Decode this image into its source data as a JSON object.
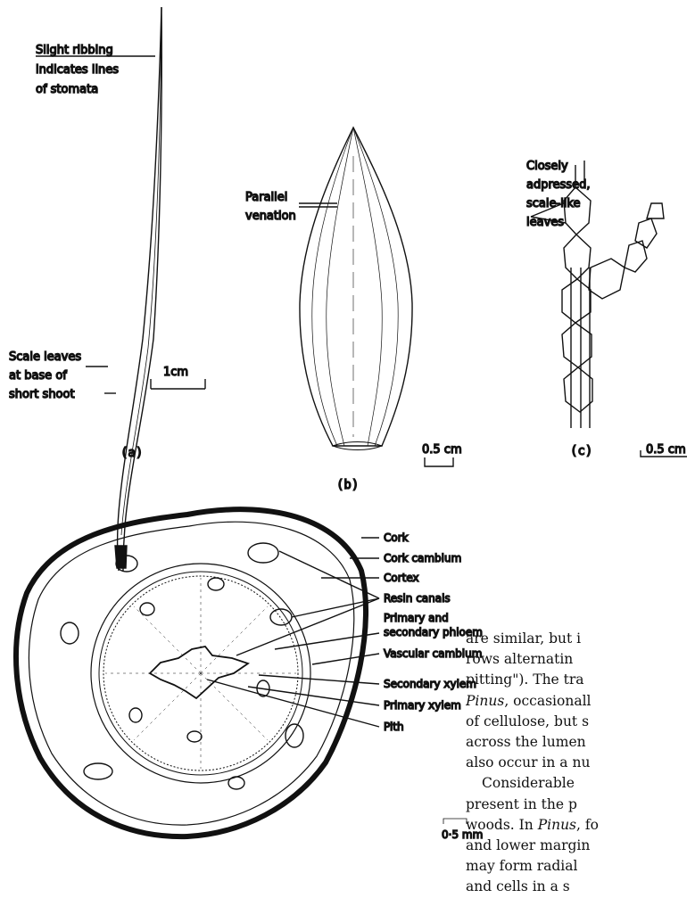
{
  "figure_a": {
    "label_ribbing": [
      "Slight ribbing",
      "indicates lines",
      "of stomata"
    ],
    "label_scale": [
      "Scale leaves",
      "at base of",
      "short shoot"
    ],
    "scale": "1cm",
    "caption": "(a)"
  },
  "figure_b": {
    "label_venation": [
      "Parallel",
      "venation"
    ],
    "scale": "0.5 cm",
    "caption": "(b)"
  },
  "figure_c": {
    "label_leaves": [
      "Closely",
      "adpressed,",
      "scale-like",
      "leaves"
    ],
    "scale": "0.5 cm",
    "caption": "(c)"
  },
  "stem_section": {
    "labels": [
      "Cork",
      "Cork cambium",
      "Cortex",
      "Resin canals",
      "Primary and",
      "secondary phloem",
      "Vascular cambium",
      "Secondary xylem",
      "Primary xylem",
      "Pith"
    ],
    "scale": "0·5 mm"
  },
  "body_text": {
    "line1": "are similar, but i",
    "line2": "rows alternatin",
    "line3": "pitting\"). The tra",
    "line4_italic": "Pinus",
    "line4_rest": ", occasionall",
    "line5": "of cellulose, but s",
    "line6": "across the lumen",
    "line7": "also occur in a nu",
    "line8": "Considerable",
    "line9": "present in the p",
    "line10_start": "woods. In ",
    "line10_italic": "Pinus",
    "line10_rest": ", fo",
    "line11": "and lower margin",
    "line12": "may form radial",
    "line13": "and cells in a s"
  }
}
